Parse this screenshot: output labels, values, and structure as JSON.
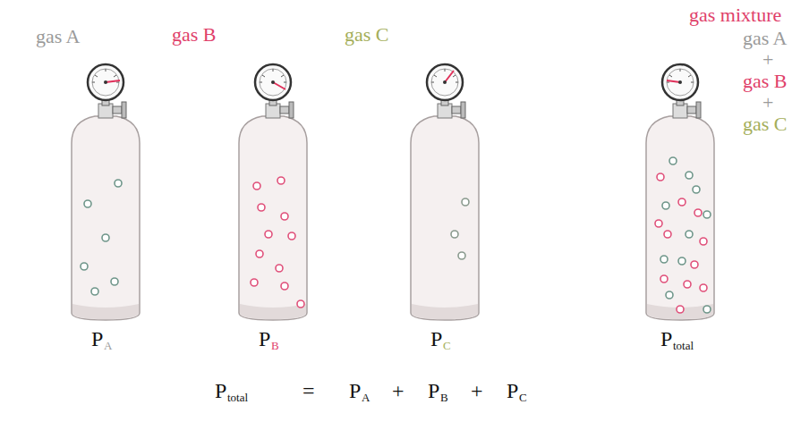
{
  "diagram": {
    "labels": [
      "gas A",
      "gas B",
      "gas C",
      "gas mixture",
      "gas A",
      "+",
      "gas B",
      "+",
      "gas C",
      "P",
      "A",
      "P",
      "B",
      "P",
      "C",
      "P",
      "total",
      "P",
      "total",
      "=",
      "P",
      "A",
      "+",
      "P",
      "B",
      "+",
      "P",
      "C"
    ]
  }
}
